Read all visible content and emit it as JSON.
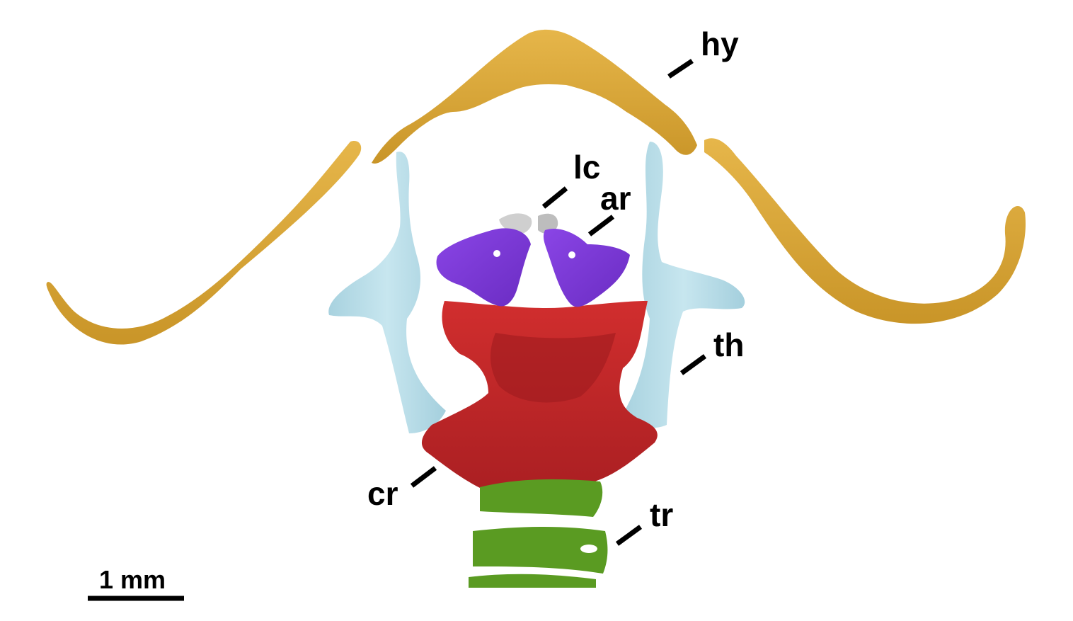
{
  "labels": {
    "hy": "hy",
    "lc": "lc",
    "ar": "ar",
    "th": "th",
    "cr": "cr",
    "tr": "tr"
  },
  "scale_bar": {
    "text": "1 mm"
  },
  "colors": {
    "hyoid": "#d9a83a",
    "thyroid": "#b5dbe6",
    "cricoid": "#c0262a",
    "arytenoid": "#7b36d6",
    "laryngeal_cartilage": "#c8c8c8",
    "trachea": "#5a9b22"
  }
}
